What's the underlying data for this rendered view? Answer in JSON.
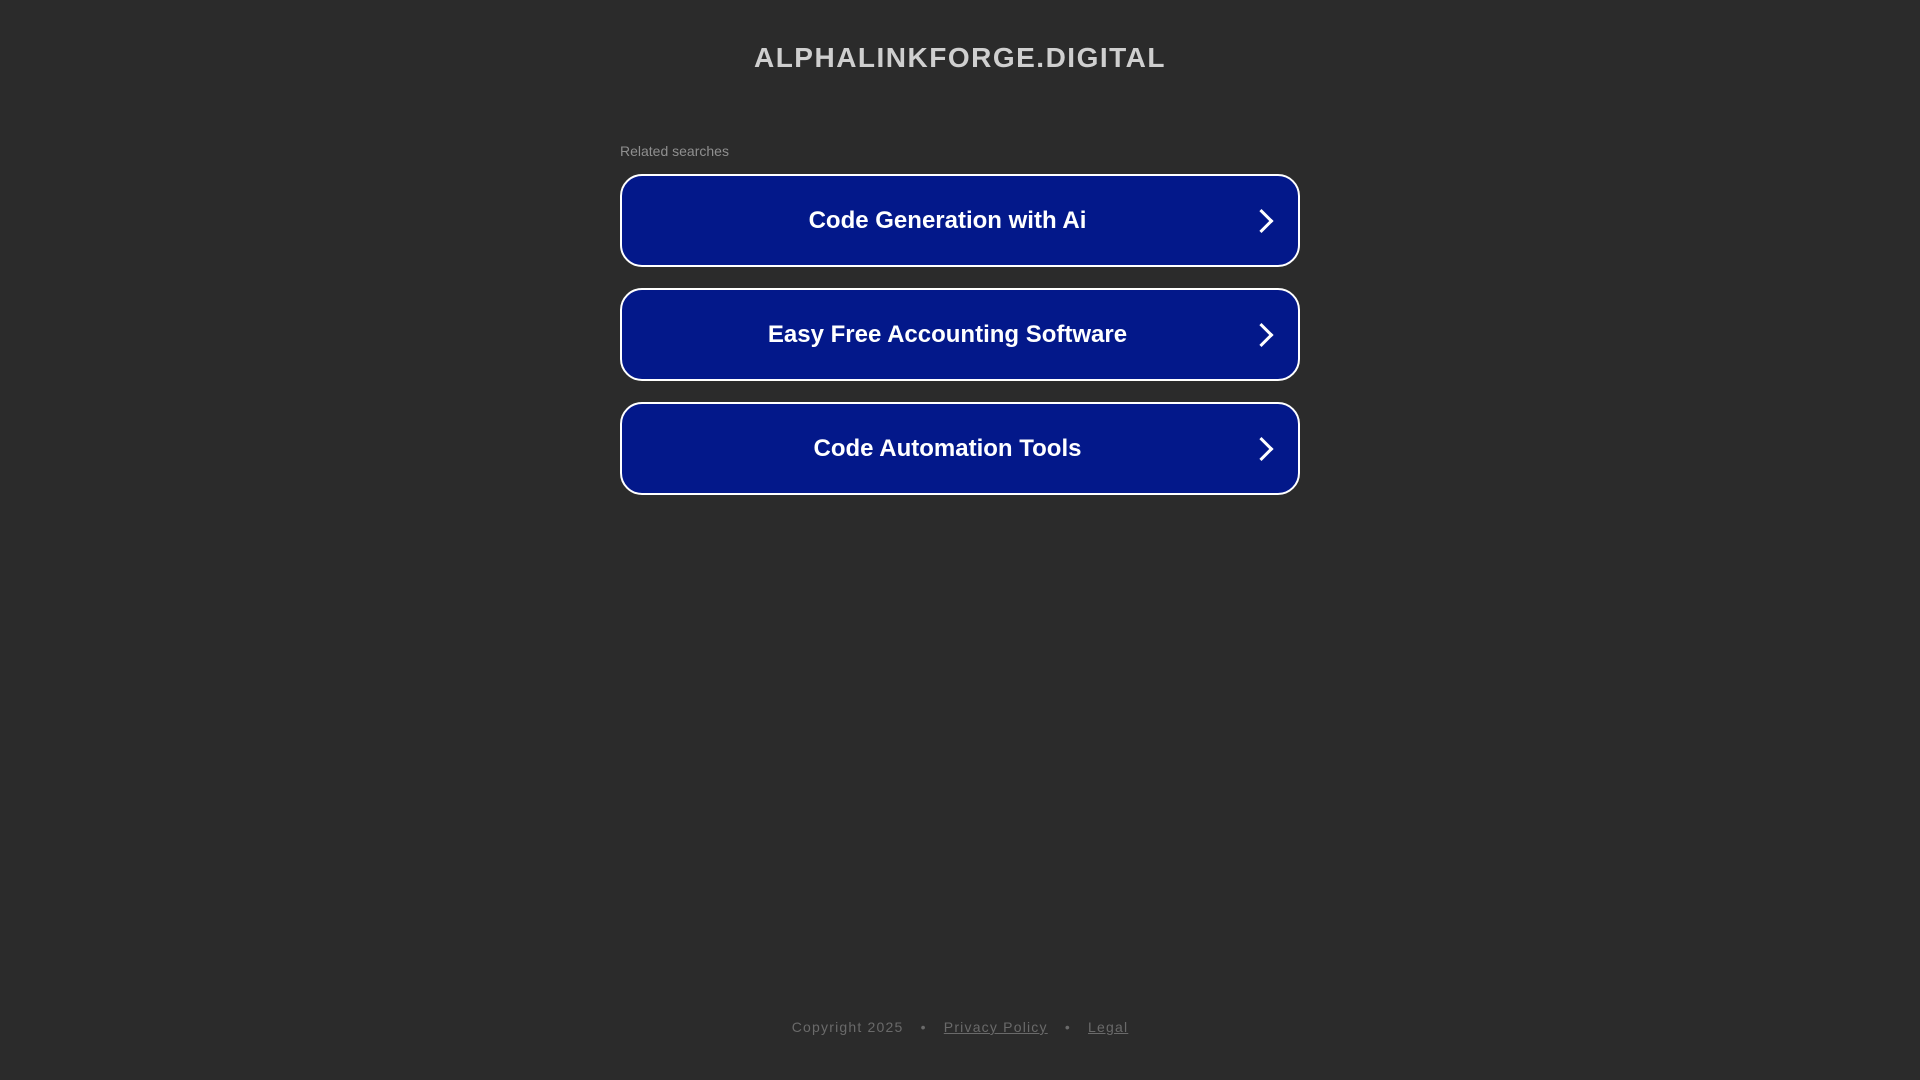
{
  "header": {
    "title": "ALPHALINKFORGE.DIGITAL"
  },
  "related": {
    "label": "Related searches",
    "items": [
      {
        "label": "Code Generation with Ai",
        "icon": "chevron-right-icon"
      },
      {
        "label": "Easy Free Accounting Software",
        "icon": "chevron-right-icon"
      },
      {
        "label": "Code Automation Tools",
        "icon": "chevron-right-icon"
      }
    ]
  },
  "footer": {
    "copyright": "Copyright 2025",
    "separator": "•",
    "privacy": "Privacy Policy",
    "legal": "Legal"
  },
  "colors": {
    "background": "#2b2b2b",
    "button": "#03188a",
    "button_border": "#ffffff"
  }
}
